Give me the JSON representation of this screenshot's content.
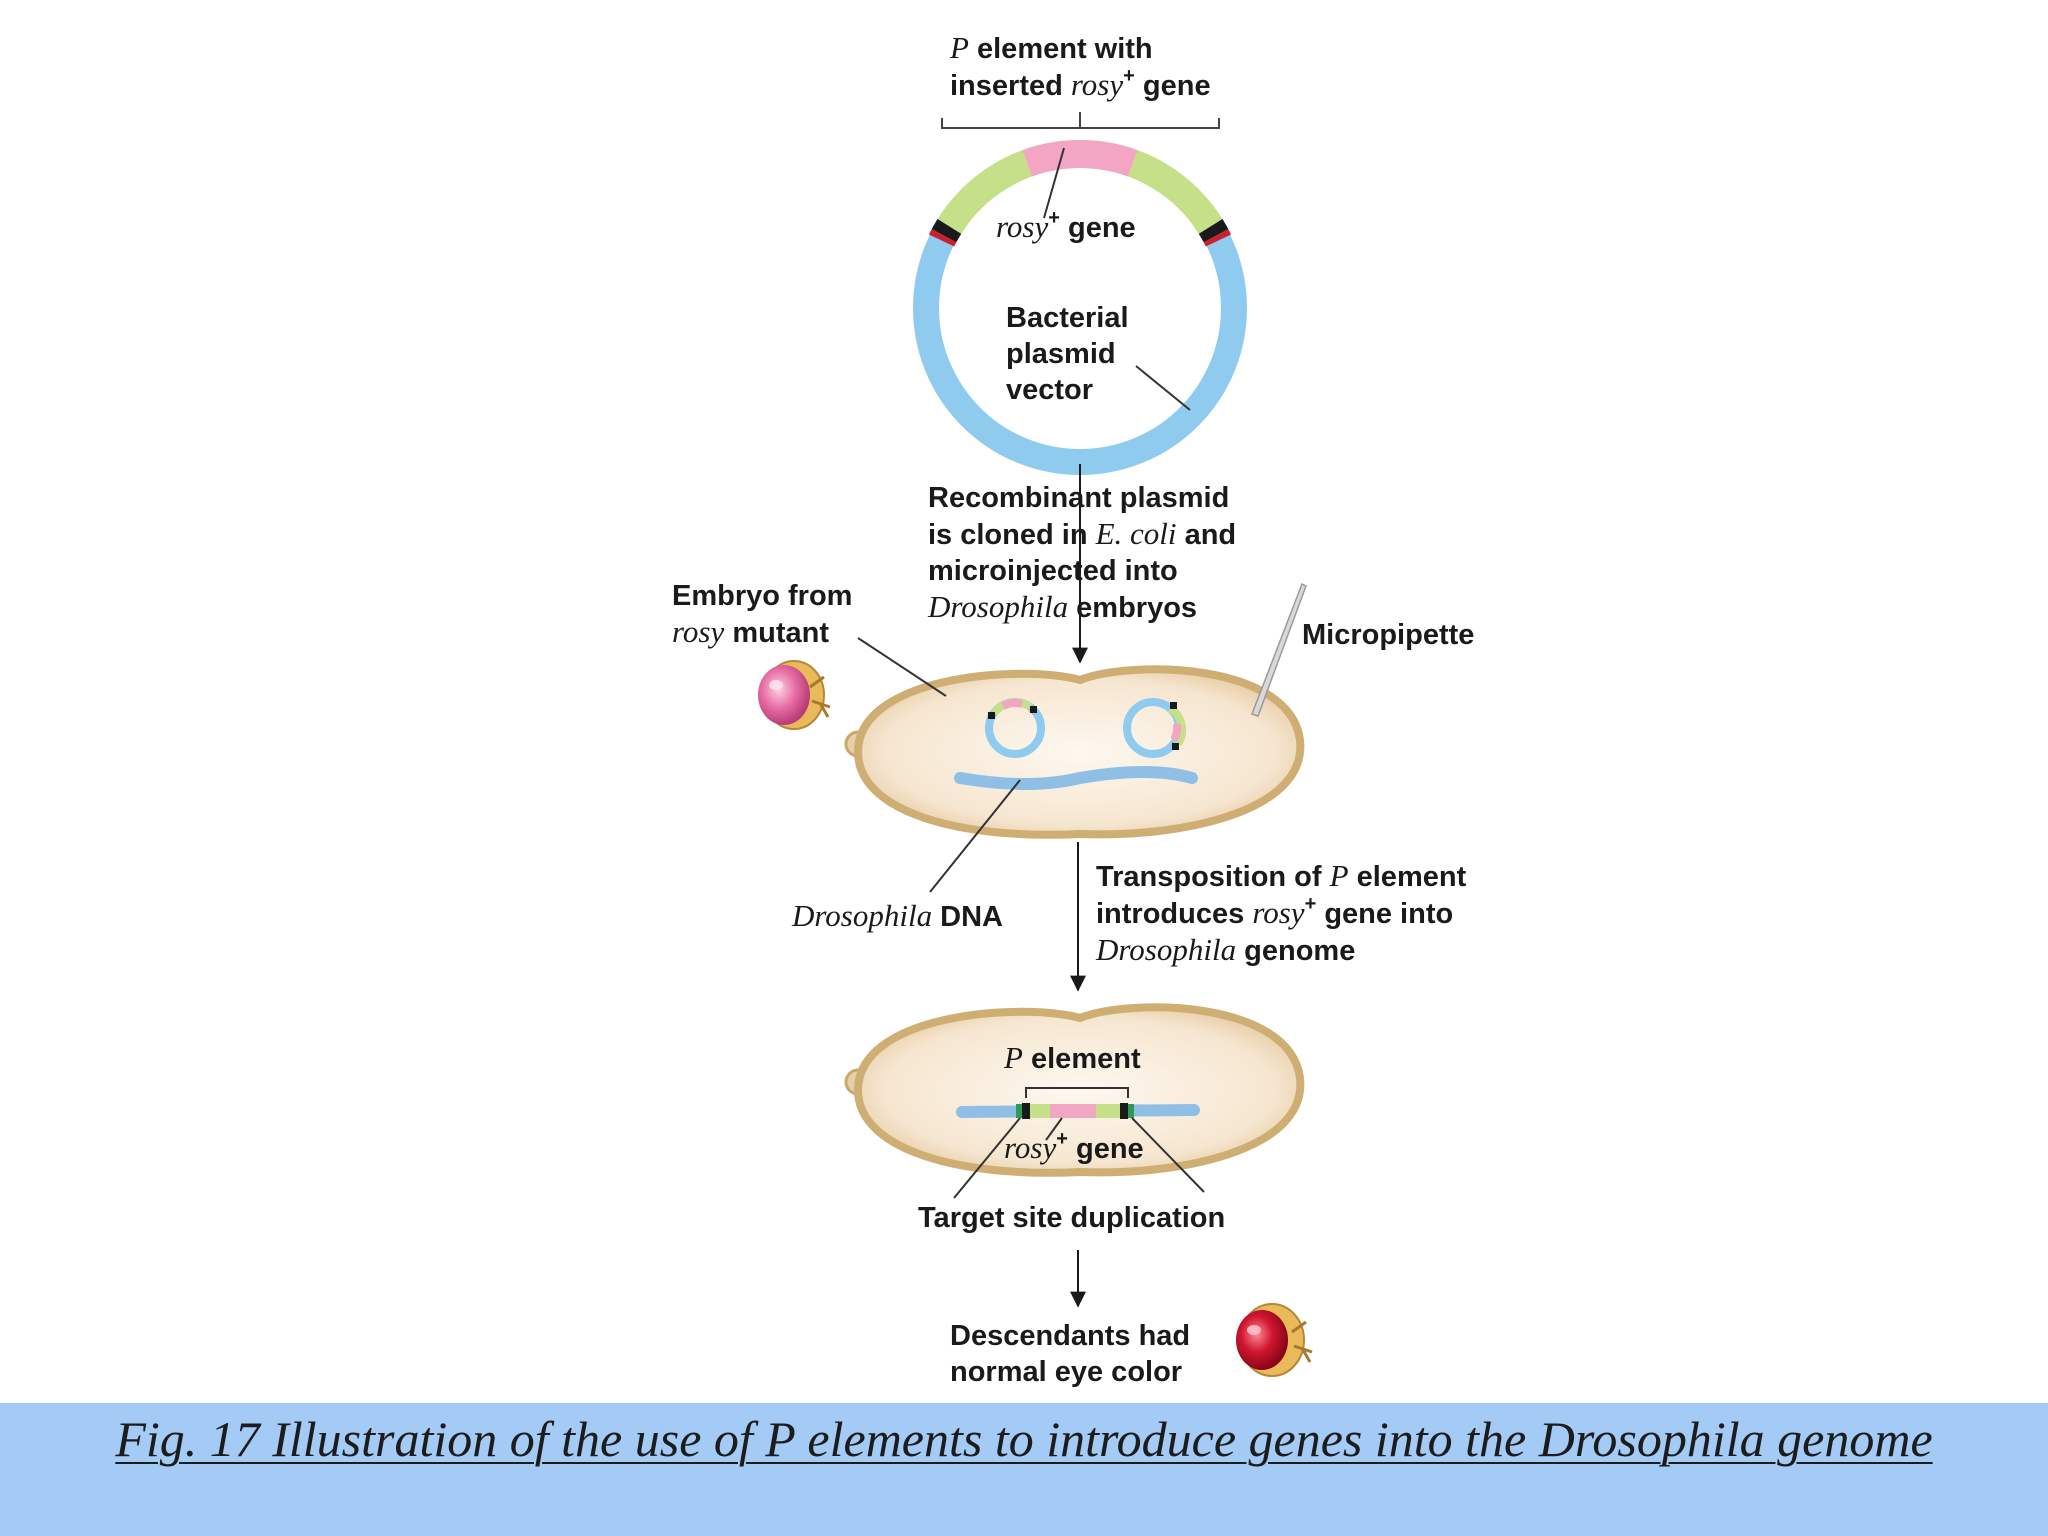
{
  "labels": {
    "p_element_with": "P",
    "p_element_with_rest": "element with",
    "inserted": "inserted",
    "inserted_italic": "rosy",
    "inserted_sup": "+",
    "inserted_rest": "gene",
    "rosy_gene_italic": "rosy",
    "rosy_gene_sup": "+",
    "rosy_gene_rest": "gene",
    "bacterial_plasmid_vector": [
      "Bacterial",
      "plasmid",
      "vector"
    ],
    "recombinant_1": "Recombinant plasmid",
    "recombinant_2a": "is cloned in",
    "recombinant_2_italic": "E. coli",
    "recombinant_2b": "and",
    "recombinant_3": "microinjected into",
    "recombinant_4_italic": "Drosophila",
    "recombinant_4b": "embryos",
    "embryo_from": "Embryo from",
    "rosy_mutant_italic": "rosy",
    "rosy_mutant_rest": "mutant",
    "micropipette": "Micropipette",
    "drosophila_dna_italic": "Drosophila",
    "drosophila_dna_rest": "DNA",
    "transposition_1a": "Transposition of",
    "transposition_1_italic": "P",
    "transposition_1b": "element",
    "transposition_2a": "introduces",
    "transposition_2_italic": "rosy",
    "transposition_2_sup": "+",
    "transposition_2b": "gene into",
    "transposition_3_italic": "Drosophila",
    "transposition_3b": "genome",
    "p_element_italic": "P",
    "p_element_rest": "element",
    "rosy_gene2_italic": "rosy",
    "rosy_gene2_sup": "+",
    "rosy_gene2_rest": "gene",
    "target_site": "Target site duplication",
    "descendants_1": "Descendants had",
    "descendants_2": "normal eye color"
  },
  "caption": "Fig. 17  Illustration of the use of P elements to introduce genes into the Drosophila genome",
  "colors": {
    "plasmid_blue": "#8fcbef",
    "p_element_green": "#c6e08a",
    "rosy_pink": "#f2a6c4",
    "embryo_fill": "#faf0e2",
    "embryo_outline": "#d0b178",
    "dna_blue": "#90bfe6",
    "caption_bar": "#a3cbf5",
    "eye_pink": "#e0699c",
    "eye_red": "#c8102e"
  }
}
